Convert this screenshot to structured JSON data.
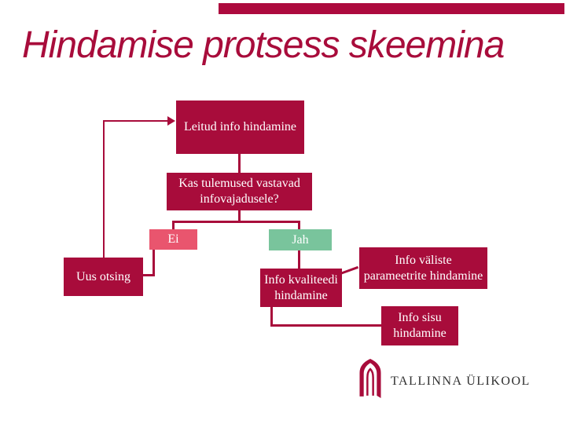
{
  "header": {
    "title": "Hindamise protsess skeemina"
  },
  "colors": {
    "crimson": "#A80C3B",
    "bar": "#AD0A3E",
    "pink": "#E9556E",
    "green": "#79C49C",
    "ink": "#303030"
  },
  "flowchart": {
    "leitud": {
      "label": "Leitud info hindamine"
    },
    "kas": {
      "line1": "Kas tulemused vastavad",
      "line2": "infovajadusele?"
    },
    "ei": {
      "label": "Ei"
    },
    "jah": {
      "label": "Jah"
    },
    "uus": {
      "label": "Uus otsing"
    },
    "kvaliteet": {
      "line1": "Info kvaliteedi",
      "line2": "hindamine"
    },
    "valised": {
      "line1": "Info väliste",
      "line2": "parameetrite hindamine"
    },
    "sisu": {
      "line1": "Info sisu",
      "line2": "hindamine"
    }
  },
  "footer": {
    "logo_text": "TALLINNA ÜLIKOOL"
  }
}
